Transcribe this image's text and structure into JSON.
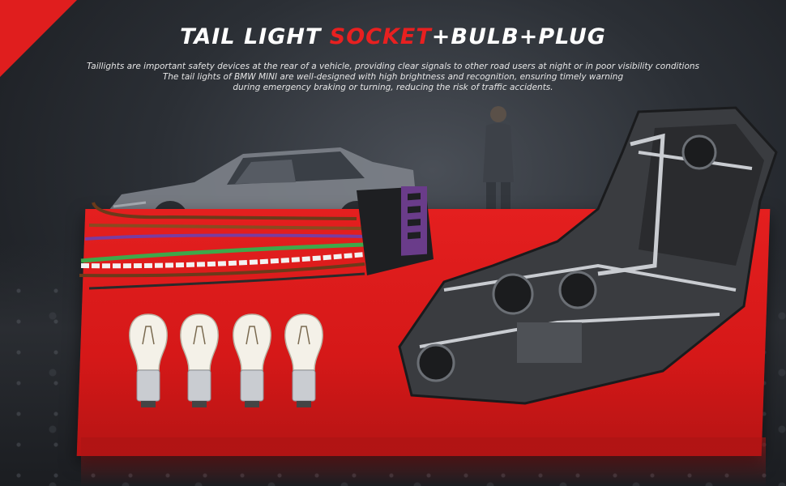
{
  "banner": {
    "title_part1": "TAIL LIGHT ",
    "title_accent": "SOCKET",
    "title_part2": "+BULB+PLUG",
    "description_lines": [
      "Taillights are important safety devices at the rear of a vehicle, providing clear signals to other road users at night or in poor visibility conditions",
      "The tail lights of BMW MINI are well-designed with high brightness and recognition, ensuring timely warning",
      "during emergency braking or turning, reducing the risk of traffic accidents."
    ]
  },
  "colors": {
    "accent_red": "#e01e1e",
    "title_white": "#ffffff",
    "background_dark": "#2b2f35"
  },
  "products": {
    "bulb_count": 4,
    "icons": [
      "car-body-image",
      "mechanic-image",
      "wire-harness-plug-image",
      "bulb-image",
      "tail-light-socket-image"
    ]
  }
}
